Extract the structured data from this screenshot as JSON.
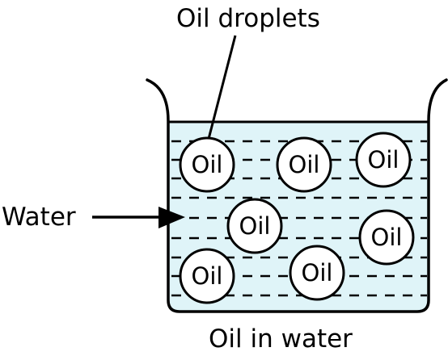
{
  "labels": {
    "droplets": "Oil droplets",
    "water": "Water",
    "caption": "Oil in water"
  },
  "droplets": [
    {
      "text": "Oil"
    },
    {
      "text": "Oil"
    },
    {
      "text": "Oil"
    },
    {
      "text": "Oil"
    },
    {
      "text": "Oil"
    },
    {
      "text": "Oil"
    },
    {
      "text": "Oil"
    }
  ],
  "colors": {
    "water": "#dff4f8",
    "outline": "#000000",
    "droplet_fill": "#ffffff"
  }
}
